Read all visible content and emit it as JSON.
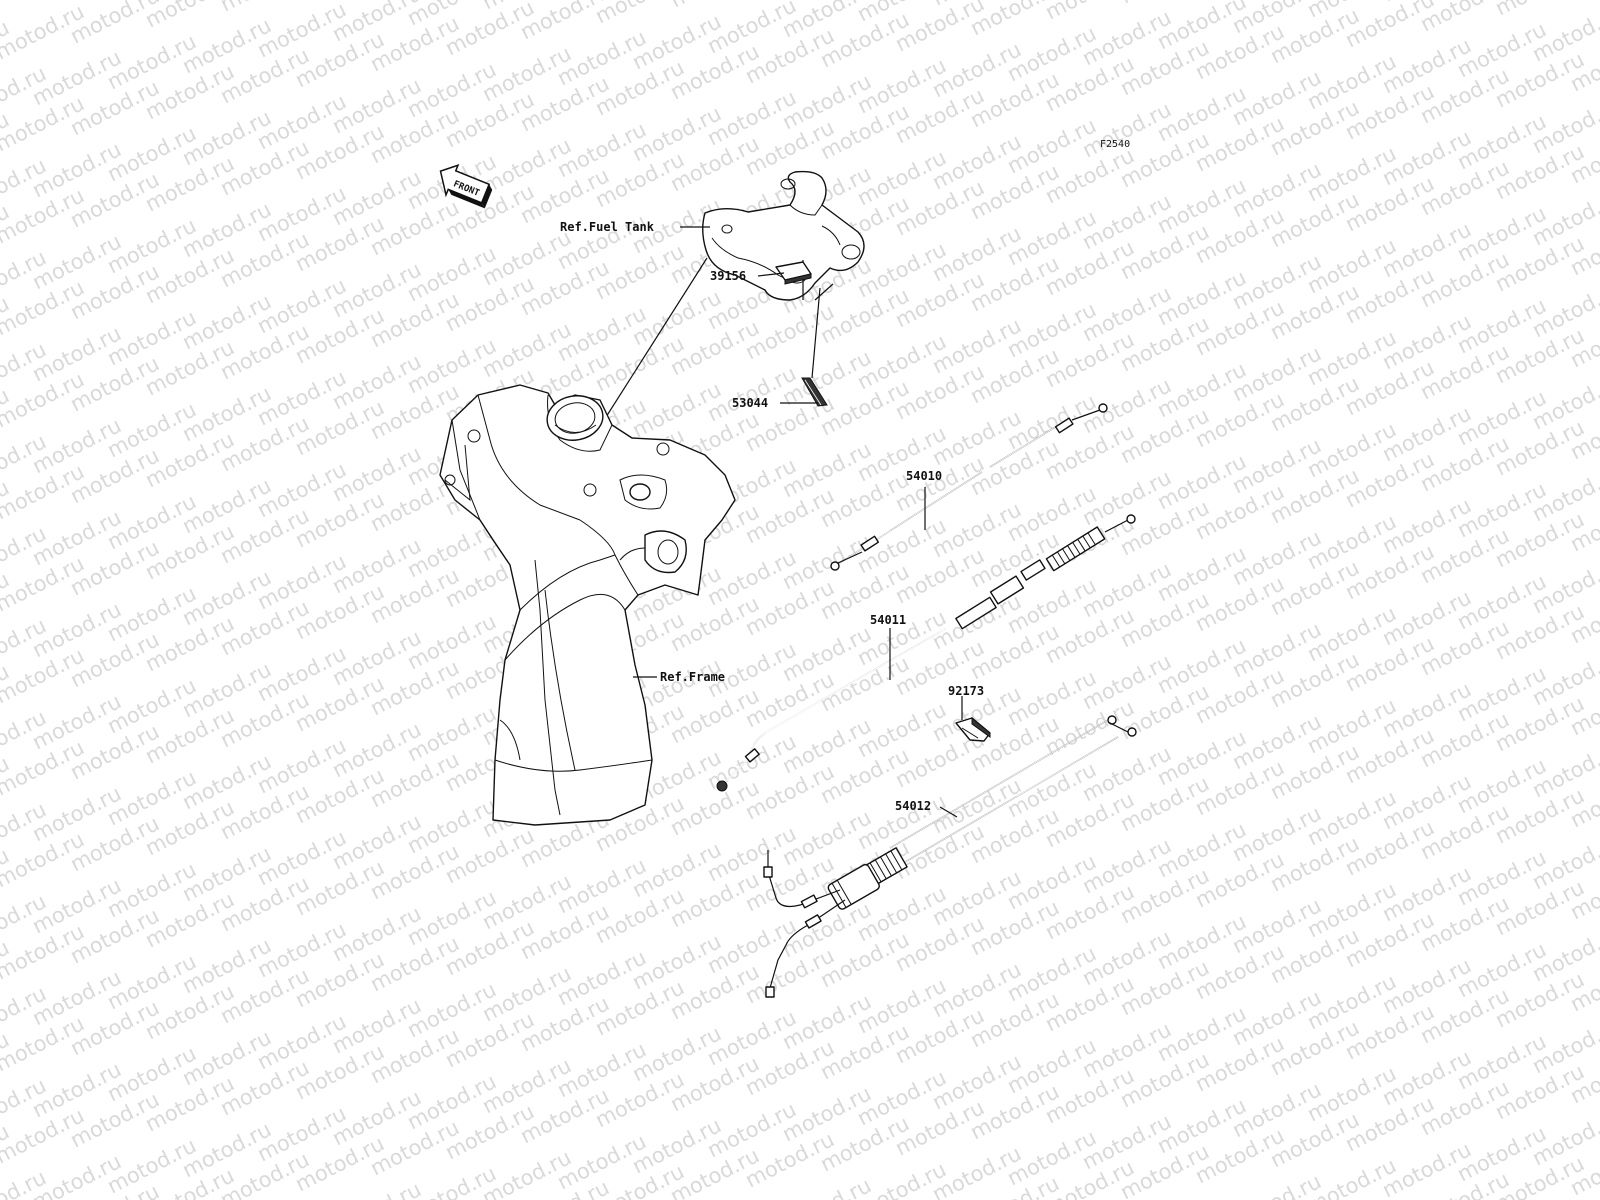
{
  "watermark": "motod.ru",
  "diagram_code": "F2540",
  "front_arrow_label": "FRONT",
  "labels": {
    "ref_fuel_tank": "Ref.Fuel Tank",
    "ref_frame": "Ref.Frame",
    "p39156": "39156",
    "p53044": "53044",
    "p54010": "54010",
    "p54011": "54011",
    "p92173": "92173",
    "p54012": "54012"
  }
}
